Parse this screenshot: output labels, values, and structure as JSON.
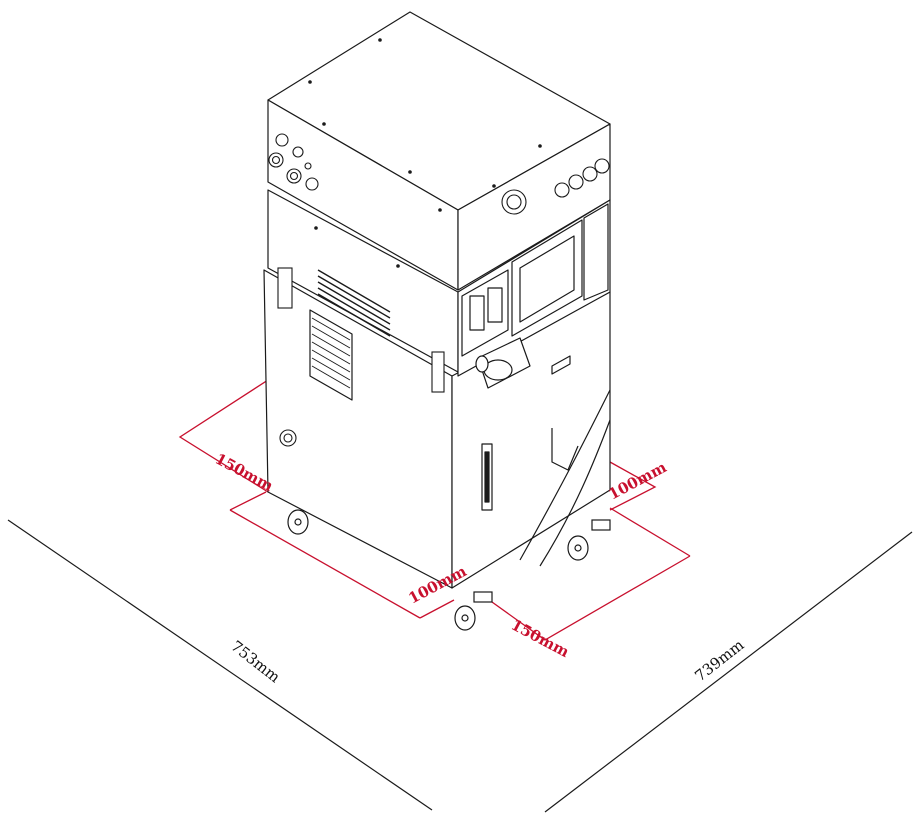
{
  "diagram": {
    "colors": {
      "line": "#1a1a1a",
      "clearance": "#c8102e",
      "background": "#ffffff"
    },
    "dimensions": {
      "clearance_left_back": "150mm",
      "clearance_right_back": "100mm",
      "clearance_front_left": "100mm",
      "clearance_front_right": "150mm",
      "footprint_left": "753mm",
      "footprint_right": "739mm"
    }
  }
}
